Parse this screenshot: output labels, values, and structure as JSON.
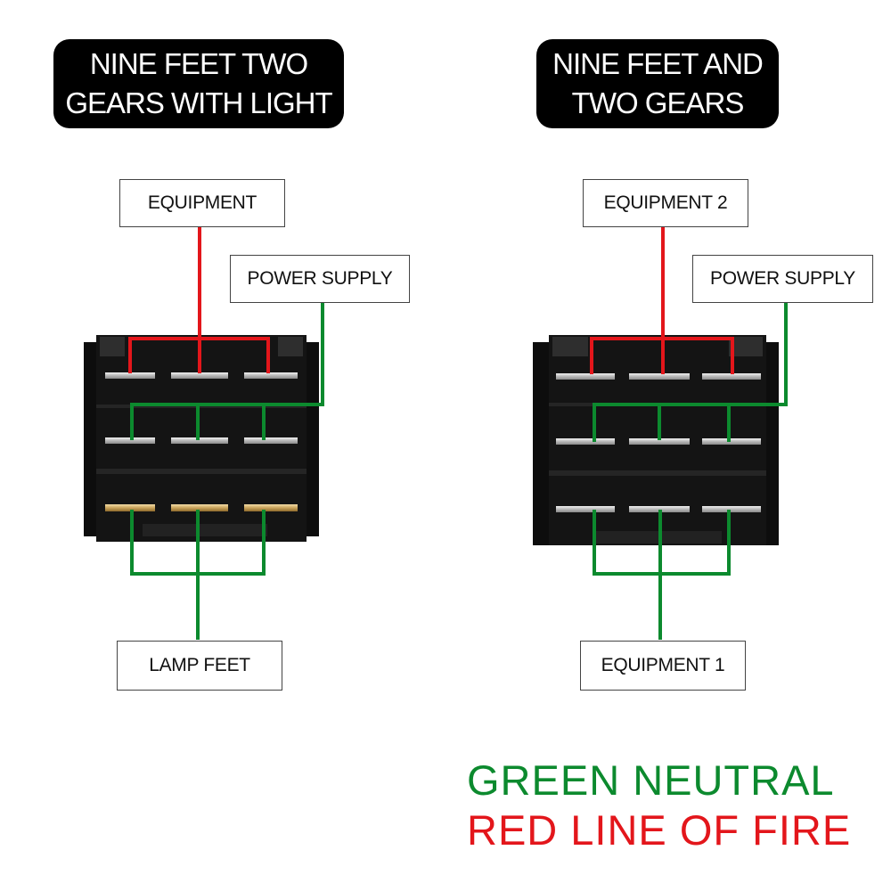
{
  "left_diagram": {
    "title": "NINE FEET TWO\nGEARS WITH LIGHT",
    "labels": {
      "top": "EQUIPMENT",
      "right": "POWER SUPPLY",
      "bottom": "LAMP FEET"
    }
  },
  "right_diagram": {
    "title": "NINE FEET AND\nTWO GEARS",
    "labels": {
      "top": "EQUIPMENT 2",
      "right": "POWER SUPPLY",
      "bottom": "EQUIPMENT 1"
    }
  },
  "legend": {
    "green": "GREEN NEUTRAL",
    "red": "RED LINE OF FIRE"
  },
  "colors": {
    "green": "#0c8a2e",
    "red": "#e3161b",
    "switch_body": "#0d0d0d",
    "terminal_silver": "#d8d8d8",
    "terminal_brass": "#c9a35a"
  }
}
